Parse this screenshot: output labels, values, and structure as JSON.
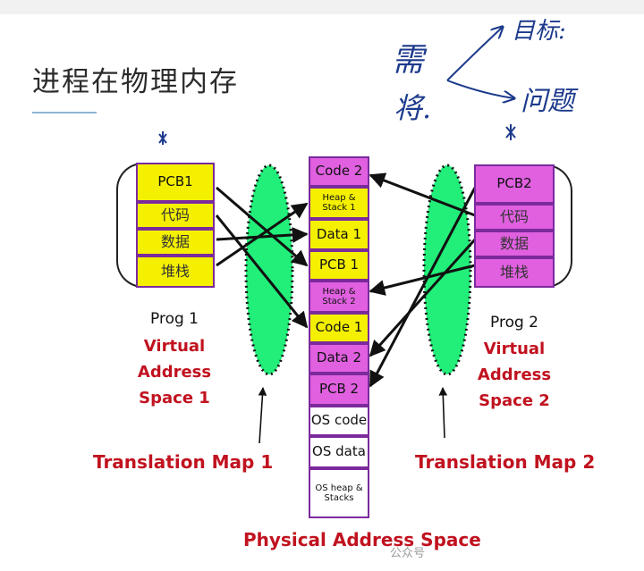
{
  "title": "进程在物理内存",
  "prog1": {
    "cells": [
      "PCB1",
      "代码",
      "数据",
      "堆栈"
    ],
    "name": "Prog 1",
    "space_lines": [
      "Virtual",
      "Address",
      "Space 1"
    ]
  },
  "prog2": {
    "cells": [
      "PCB2",
      "代码",
      "数据",
      "堆栈"
    ],
    "name": "Prog 2",
    "space_lines": [
      "Virtual",
      "Address",
      "Space 2"
    ]
  },
  "physical": {
    "blocks": [
      {
        "label": "Code 2",
        "color": "magenta"
      },
      {
        "label": "Heap & Stack 1",
        "color": "yellow"
      },
      {
        "label": "Data 1",
        "color": "yellow"
      },
      {
        "label": "PCB 1",
        "color": "yellow"
      },
      {
        "label": "Heap & Stack 2",
        "color": "magenta"
      },
      {
        "label": "Code 1",
        "color": "yellow"
      },
      {
        "label": "Data 2",
        "color": "magenta"
      },
      {
        "label": "PCB 2",
        "color": "magenta"
      },
      {
        "label": "OS code",
        "color": "white"
      },
      {
        "label": "OS data",
        "color": "white"
      },
      {
        "label": "OS heap & Stacks",
        "color": "white"
      }
    ],
    "caption": "Physical Address Space"
  },
  "map1_label": "Translation Map 1",
  "map2_label": "Translation Map 2",
  "handwriting": {
    "left": "需",
    "left2": "将.",
    "upper": "目标:",
    "lower": "问题"
  },
  "watermark": "公众号",
  "colors": {
    "yellow": "#f4f000",
    "magenta": "#e060e0",
    "map_green": "#22ee7a",
    "label_red": "#c1121f",
    "border_purple": "#7b2a9c",
    "handwriting_blue": "#1c3a8c"
  }
}
